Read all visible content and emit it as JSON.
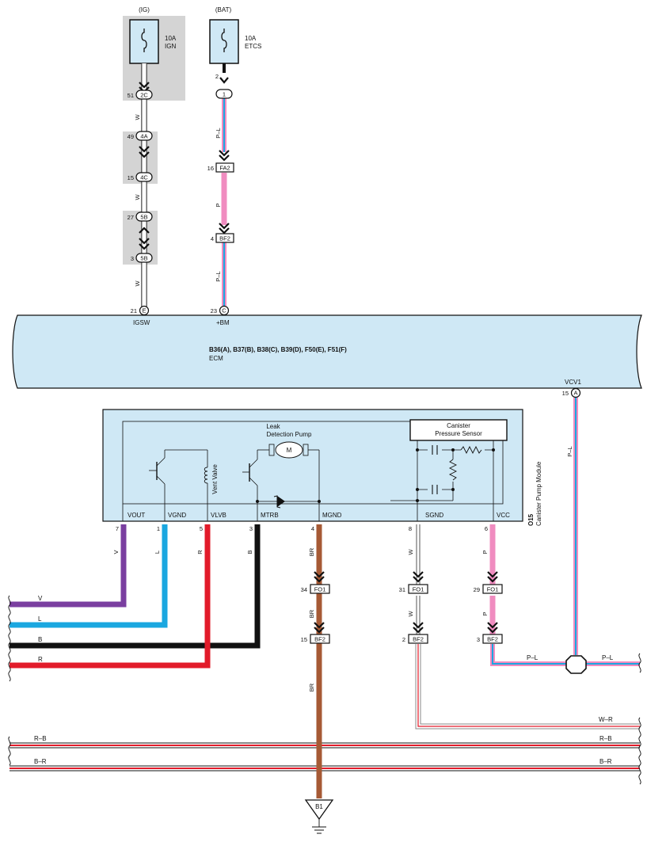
{
  "fuses": {
    "ig": {
      "source": "(IG)",
      "rating": "10A",
      "name": "IGN"
    },
    "bat": {
      "source": "(BAT)",
      "rating": "10A",
      "name": "ETCS",
      "pin": "2"
    }
  },
  "ig_path": {
    "c1": {
      "pin": "51",
      "code": "2C"
    },
    "c2": {
      "pin": "49",
      "code": "4A"
    },
    "c3": {
      "pin": "15",
      "code": "4C"
    },
    "c4": {
      "pin": "27",
      "code": "5B"
    },
    "c5": {
      "pin": "3",
      "code": "5B"
    },
    "wire1": "W",
    "wire2": "W",
    "wire3": "W"
  },
  "bat_path": {
    "c1": {
      "code": "1"
    },
    "c2": {
      "pin": "16",
      "code": "FA2"
    },
    "c3": {
      "pin": "4",
      "code": "BF2"
    },
    "wire1": "P–L",
    "wire2": "P",
    "wire3": "P–L"
  },
  "ecm": {
    "connectors": "B36(A), B37(B), B38(C), B39(D), F50(E), F51(F)",
    "name": "ECM",
    "igsw": {
      "pin": "21",
      "code": "E",
      "label": "IGSW"
    },
    "bm": {
      "pin": "23",
      "code": "C",
      "label": "+BM"
    },
    "vcv1": {
      "pin": "15",
      "code": "A",
      "label": "VCV1"
    },
    "vcv1_wire": "P–L"
  },
  "module": {
    "code": "O15",
    "name": "Canister Pump Module",
    "pump_label1": "Leak",
    "pump_label2": "Detection Pump",
    "motor": "M",
    "sensor_line1": "Canister",
    "sensor_line2": "Pressure Sensor",
    "vent_valve": "Vent Valve",
    "terminals": {
      "vout": {
        "label": "VOUT",
        "pin": "7",
        "wire": "V"
      },
      "vgnd": {
        "label": "VGND",
        "pin": "1",
        "wire": "L"
      },
      "vlvb": {
        "label": "VLVB",
        "pin": "5",
        "wire": "R"
      },
      "mtrb": {
        "label": "MTRB",
        "pin": "3",
        "wire": "B"
      },
      "mgnd": {
        "label": "MGND",
        "pin": "4",
        "wire": "BR"
      },
      "sgnd": {
        "label": "SGND",
        "pin": "8",
        "wire": "W"
      },
      "vcc": {
        "label": "VCC",
        "pin": "6",
        "wire": "P"
      }
    }
  },
  "bottom": {
    "br_fo1": {
      "pin": "34",
      "code": "FO1",
      "wire": "BR"
    },
    "br_bf2": {
      "pin": "15",
      "code": "BF2",
      "wire": "BR"
    },
    "w_fo1": {
      "pin": "31",
      "code": "FO1",
      "wire": "W"
    },
    "w_bf2": {
      "pin": "2",
      "code": "BF2"
    },
    "p_fo1": {
      "pin": "29",
      "code": "FO1",
      "wire": "P"
    },
    "p_bf2": {
      "pin": "3",
      "code": "BF2"
    },
    "pl_left": "P–L",
    "pl_right": "P–L",
    "wr": "W–R",
    "rb_left": "R–B",
    "rb_right": "R–B",
    "br_left": "B–R",
    "br_right": "B–R",
    "left_v": "V",
    "left_l": "L",
    "left_b": "B",
    "left_r": "R",
    "ground": "B1"
  },
  "colors": {
    "ecm_fill": "#cfe8f5",
    "pink": "#f08cc0",
    "blue": "#1aa7e0",
    "violet": "#7a3fa0",
    "red": "#e21b2a",
    "brown": "#a65a35",
    "black": "#111111",
    "shade": "#d4d4d4"
  }
}
